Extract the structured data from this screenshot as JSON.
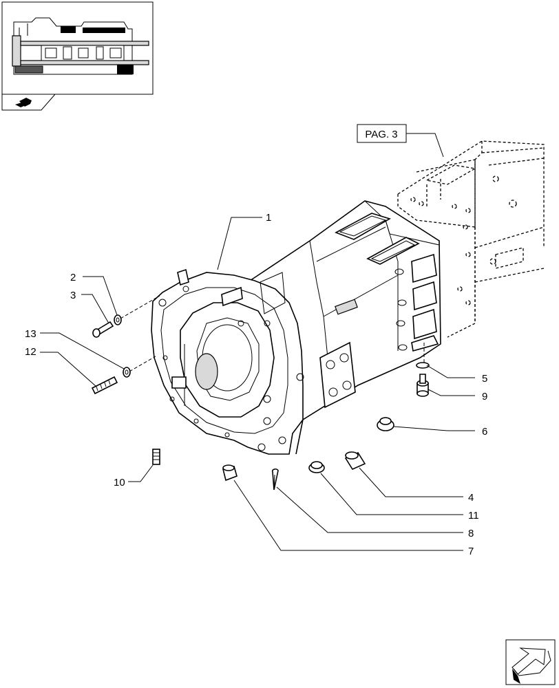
{
  "reference_label": "PAG. 3",
  "callouts": [
    {
      "id": "c1",
      "label": "1"
    },
    {
      "id": "c2",
      "label": "2"
    },
    {
      "id": "c3",
      "label": "3"
    },
    {
      "id": "c13",
      "label": "13"
    },
    {
      "id": "c12",
      "label": "12"
    },
    {
      "id": "c5",
      "label": "5"
    },
    {
      "id": "c9",
      "label": "9"
    },
    {
      "id": "c6",
      "label": "6"
    },
    {
      "id": "c10",
      "label": "10"
    },
    {
      "id": "c4",
      "label": "4"
    },
    {
      "id": "c11",
      "label": "11"
    },
    {
      "id": "c8",
      "label": "8"
    },
    {
      "id": "c7",
      "label": "7"
    }
  ],
  "icons": {
    "thumbnail": "transmission-assembly-thumbnail-icon",
    "section": "section-marker-icon",
    "navigate": "next-page-arrow-icon"
  }
}
